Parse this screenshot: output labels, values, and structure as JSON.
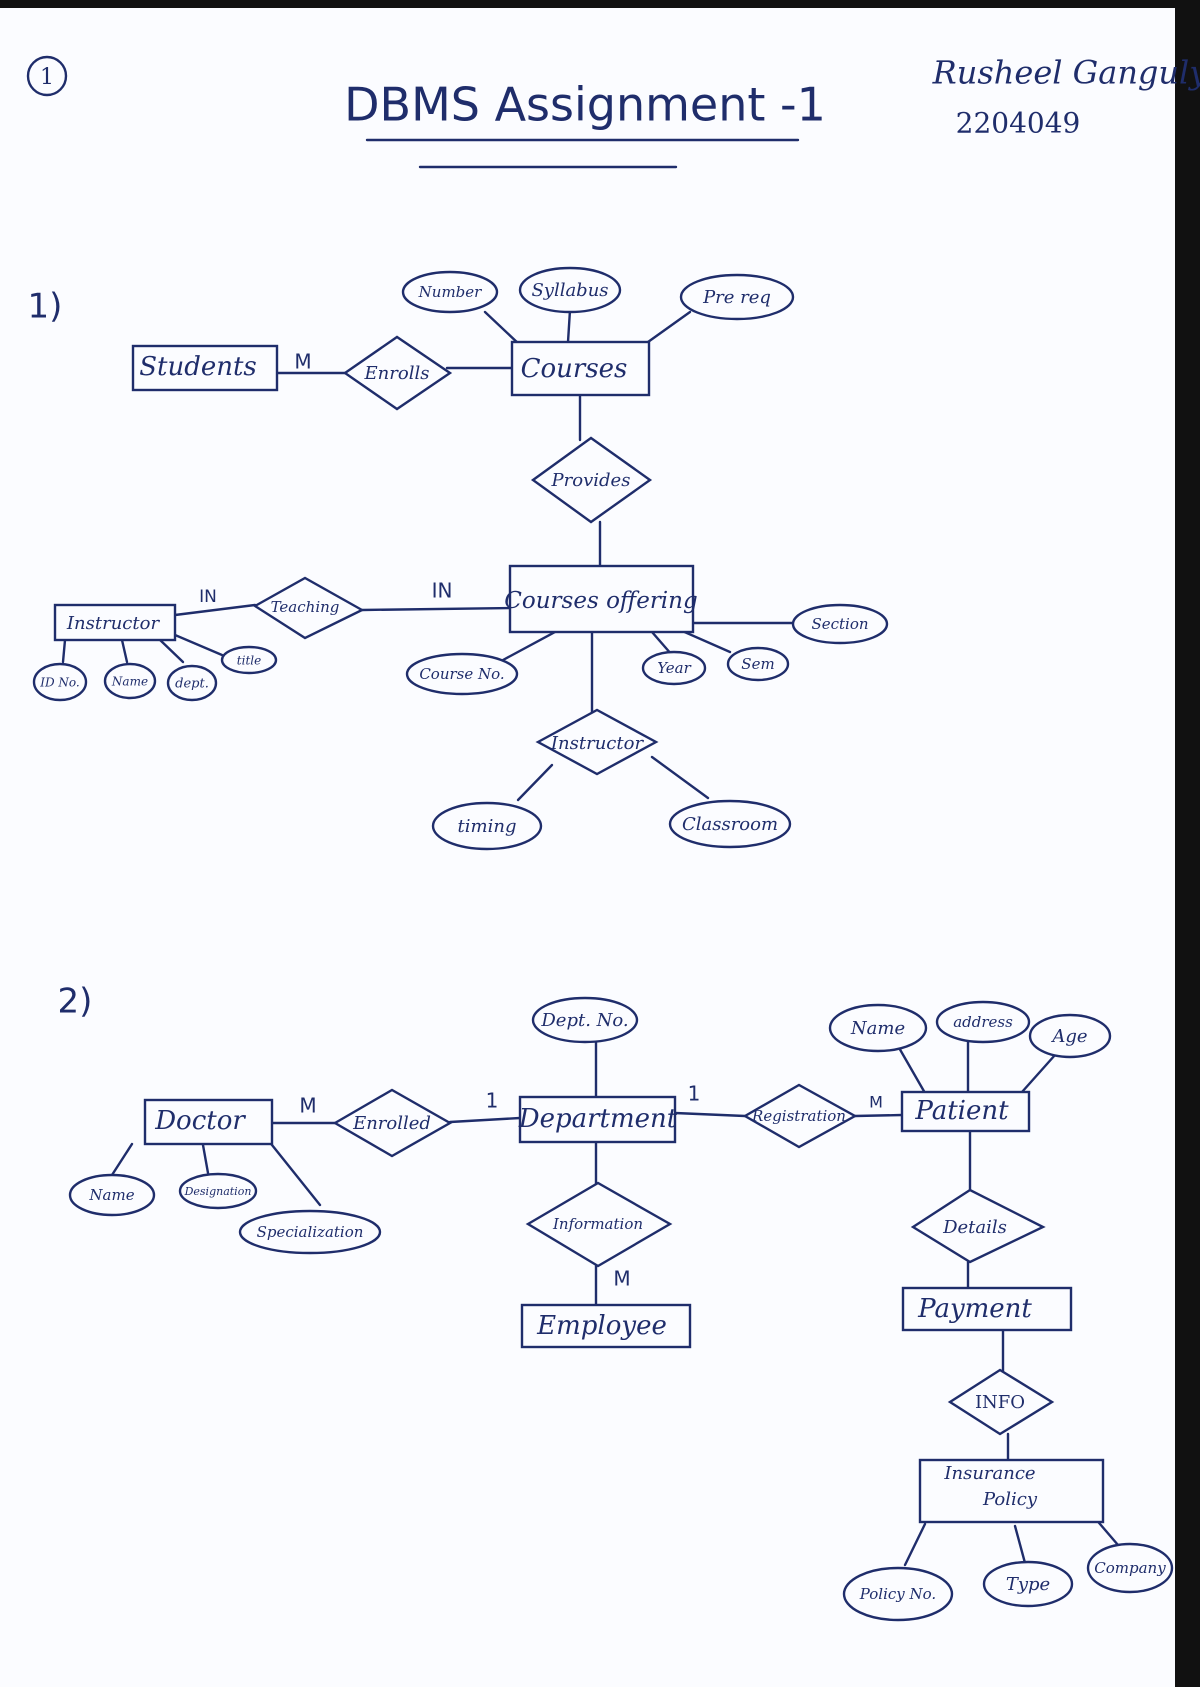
{
  "header": {
    "page_number": "1",
    "title": "DBMS Assignment -1",
    "author": "Rusheel Ganguly",
    "roll_number": "2204049"
  },
  "diagram1": {
    "question_number": "1)",
    "entities": {
      "students": "Students",
      "courses": "Courses",
      "courses_offering": "Courses offering",
      "instructor": "Instructor"
    },
    "relationships": {
      "enrolls": "Enrolls",
      "provides": "Provides",
      "teaching": "Teaching",
      "instructor_rel": "Instructor"
    },
    "attributes": {
      "number": "Number",
      "syllabus": "Syllabus",
      "prereq": "Pre req",
      "section": "Section",
      "year": "Year",
      "sem": "Sem",
      "course_no": "Course No.",
      "timing": "timing",
      "classroom": "Classroom",
      "id_no": "ID No.",
      "name": "Name",
      "dept": "dept.",
      "title": "title"
    },
    "cardinality": {
      "students_enrolls": "M",
      "instructor_teaching": "IN",
      "teaching_offering": "IN"
    }
  },
  "diagram2": {
    "question_number": "2)",
    "entities": {
      "doctor": "Doctor",
      "department": "Department",
      "patient": "Patient",
      "employee": "Employee",
      "payment": "Payment",
      "insurance_policy_line1": "Insurance",
      "insurance_policy_line2": "Policy"
    },
    "relationships": {
      "enrolled": "Enrolled",
      "registration": "Registration",
      "information": "Information",
      "details": "Details",
      "info": "INFO"
    },
    "attributes": {
      "dept_no": "Dept. No.",
      "doctor_name": "Name",
      "designation": "Designation",
      "specialization": "Specialization",
      "patient_name": "Name",
      "address": "address",
      "age": "Age",
      "policy_no": "Policy No.",
      "type": "Type",
      "company": "Company"
    },
    "cardinality": {
      "doctor_enrolled": "M",
      "enrolled_department": "1",
      "department_registration": "1",
      "registration_patient": "M",
      "information_employee": "M"
    }
  },
  "colors": {
    "ink": "#1f2d6b",
    "paper": "#fbfcff",
    "margin": "#111111"
  }
}
